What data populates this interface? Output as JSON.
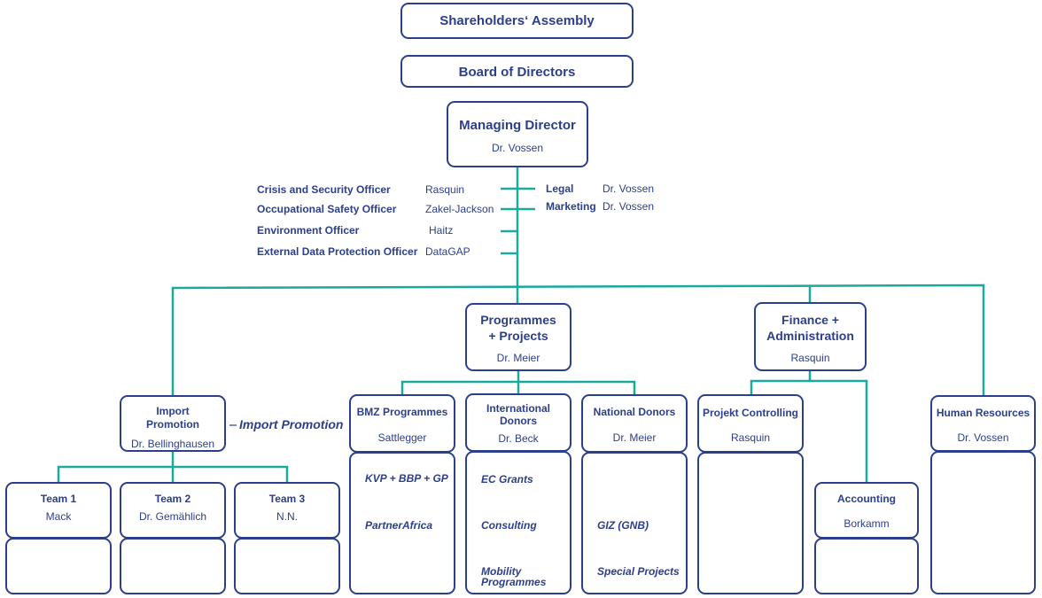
{
  "top": {
    "shareholders": "Shareholders‘ Assembly",
    "board": "Board of Directors",
    "md_title": "Managing Director",
    "md_name": "Dr. Vossen"
  },
  "staff_left": [
    {
      "role": "Crisis and Security Officer",
      "name": "Rasquin"
    },
    {
      "role": "Occupational Safety Officer",
      "name": "Zakel-Jackson"
    },
    {
      "role": "Environment Officer",
      "name": "Haitz"
    },
    {
      "role": "External Data Protection Officer",
      "name": "DataGAP"
    }
  ],
  "staff_right": [
    {
      "role": "Legal",
      "name": "Dr. Vossen"
    },
    {
      "role": "Marketing",
      "name": "Dr. Vossen"
    }
  ],
  "import": {
    "title1": "Import",
    "title2": "Promotion",
    "name": "Dr. Bellinghausen",
    "side_label": "Import Promotion",
    "teams": [
      {
        "title": "Team 1",
        "name": "Mack"
      },
      {
        "title": "Team 2",
        "name": "Dr. Gemählich"
      },
      {
        "title": "Team 3",
        "name": "N.N."
      }
    ]
  },
  "programmes": {
    "title1": "Programmes",
    "title2": "+ Projects",
    "name": "Dr. Meier",
    "bmz": {
      "title": "BMZ Programmes",
      "name": "Sattlegger",
      "items": [
        "KVP + BBP + GP",
        "PartnerAfrica"
      ]
    },
    "international": {
      "title1": "International",
      "title2": "Donors",
      "name": "Dr. Beck",
      "items": [
        "EC Grants",
        "Consulting",
        "Mobility Programmes"
      ]
    },
    "national": {
      "title": "National Donors",
      "name": "Dr. Meier",
      "items": [
        "GIZ (GNB)",
        "Special Projects"
      ]
    }
  },
  "finance": {
    "title1": "Finance +",
    "title2": "Administration",
    "name": "Rasquin",
    "controlling": {
      "title": "Projekt Controlling",
      "name": "Rasquin"
    },
    "accounting": {
      "title": "Accounting",
      "name": "Borkamm"
    }
  },
  "hr": {
    "title": "Human Resources",
    "name": "Dr. Vossen"
  },
  "colors": {
    "box_border": "#2b3f8c",
    "text": "#2b3f8c",
    "connector": "#1aa99e"
  }
}
